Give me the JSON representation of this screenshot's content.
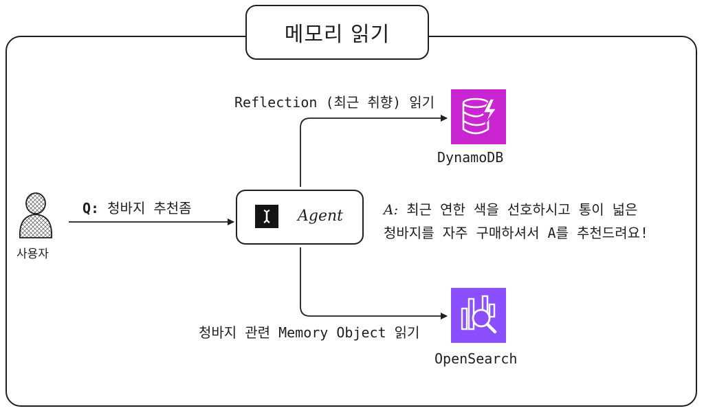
{
  "title": "메모리 읽기",
  "user": {
    "label": "사용자"
  },
  "query": {
    "prefix": "Q:",
    "text": "청바지 추천좀"
  },
  "agent": {
    "label": "Agent"
  },
  "reflection": {
    "label": "Reflection (최근 취향) 읽기"
  },
  "dynamodb": {
    "label": "DynamoDB"
  },
  "memory_object": {
    "label": "청바지 관련 Memory Object 읽기"
  },
  "opensearch": {
    "label": "OpenSearch"
  },
  "answer": {
    "prefix": "A:",
    "line1": "최근 연한 색을 선호하시고 통이 넓은",
    "line2": "청바지를 자주 구매하셔서 A를 추천드려요!"
  },
  "colors": {
    "dynamodb_accent": "#c925d1",
    "opensearch_accent": "#8c4fff",
    "stroke": "#1e1e1e"
  },
  "icons": {
    "user": "person-icon",
    "agent": "strands-agent-logo-icon",
    "dynamodb": "dynamodb-database-icon",
    "opensearch": "opensearch-magnifier-icon"
  }
}
